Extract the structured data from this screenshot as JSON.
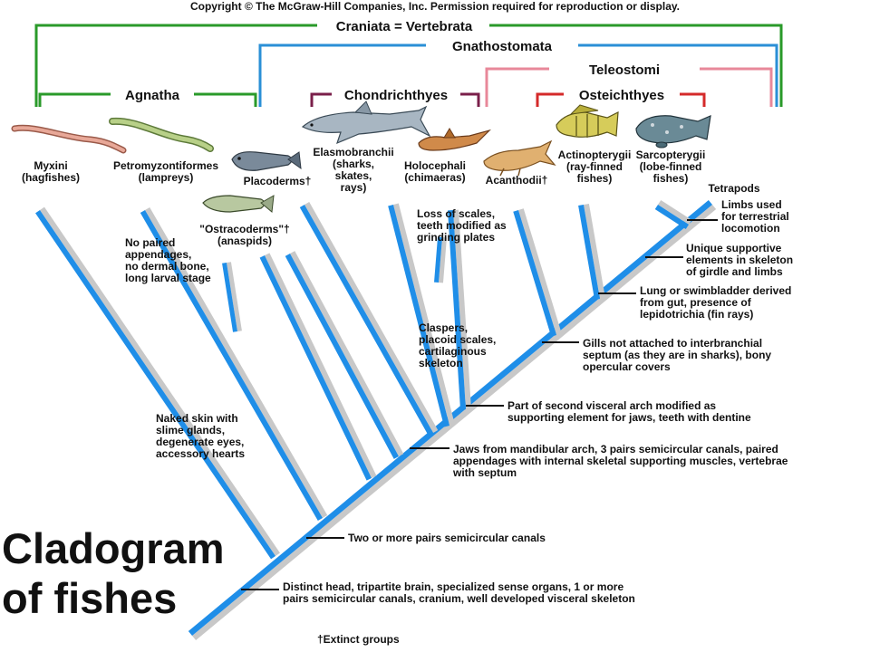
{
  "copyright": "Copyright © The McGraw-Hill Companies, Inc. Permission required for reproduction or display.",
  "title": [
    "Cladogram",
    "of fishes"
  ],
  "footnote": "†Extinct groups",
  "colors": {
    "branch_blue": "#1f8ee8",
    "branch_gray": "#c8c8c8",
    "craniata_bracket": "#2a9a2a",
    "gnathostomata_bracket": "#2a8fd6",
    "agnatha_bracket": "#2a9a2a",
    "chondrichthyes_bracket": "#7a1f4a",
    "teleostomi_bracket": "#e8889a",
    "osteichthyes_bracket": "#d42a2a"
  },
  "brackets": [
    {
      "name": "craniata",
      "label": "Craniata = Vertebrata"
    },
    {
      "name": "gnathostomata",
      "label": "Gnathostomata"
    },
    {
      "name": "agnatha",
      "label": "Agnatha"
    },
    {
      "name": "chondrichthyes",
      "label": "Chondrichthyes"
    },
    {
      "name": "teleostomi",
      "label": "Teleostomi"
    },
    {
      "name": "osteichthyes",
      "label": "Osteichthyes"
    }
  ],
  "taxa": [
    {
      "name": "myxini",
      "lines": [
        "Myxini",
        "(hagfishes)"
      ],
      "icon": "hagfish-icon"
    },
    {
      "name": "petromyzontiformes",
      "lines": [
        "Petromyzontiformes",
        "(lampreys)"
      ],
      "icon": "lamprey-icon"
    },
    {
      "name": "placoderms",
      "lines": [
        "Placoderms†"
      ],
      "icon": "placoderm-icon"
    },
    {
      "name": "ostracoderms",
      "lines": [
        "\"Ostracoderms\"†",
        "(anaspids)"
      ],
      "icon": "ostracoderm-icon"
    },
    {
      "name": "elasmobranchii",
      "lines": [
        "Elasmobranchii",
        "(sharks,",
        "skates,",
        "rays)"
      ],
      "icon": "shark-icon"
    },
    {
      "name": "holocephali",
      "lines": [
        "Holocephali",
        "(chimaeras)"
      ],
      "icon": "chimaera-icon"
    },
    {
      "name": "acanthodii",
      "lines": [
        "Acanthodii†"
      ],
      "icon": "acanthodian-icon"
    },
    {
      "name": "actinopterygii",
      "lines": [
        "Actinopterygii",
        "(ray-finned",
        "fishes)"
      ],
      "icon": "perch-icon"
    },
    {
      "name": "sarcopterygii",
      "lines": [
        "Sarcopterygii",
        "(lobe-finned",
        "fishes)"
      ],
      "icon": "coelacanth-icon"
    },
    {
      "name": "tetrapods",
      "lines": [
        "Tetrapods"
      ],
      "icon": ""
    }
  ],
  "characters": [
    {
      "name": "limbs",
      "lines": [
        "Limbs used",
        "for terrestrial",
        "locomotion"
      ]
    },
    {
      "name": "girdle",
      "lines": [
        "Unique supportive",
        "elements in skeleton",
        "of girdle and limbs"
      ]
    },
    {
      "name": "lung",
      "lines": [
        "Lung or swimbladder derived",
        "from gut, presence of",
        "lepidotrichia (fin rays)"
      ]
    },
    {
      "name": "gills",
      "lines": [
        "Gills not attached to interbranchial",
        "septum (as they are in sharks), bony",
        "opercular covers"
      ]
    },
    {
      "name": "visceral",
      "lines": [
        "Part of second visceral arch modified as",
        "supporting element for jaws, teeth with dentine"
      ]
    },
    {
      "name": "jaws",
      "lines": [
        "Jaws from mandibular arch, 3 pairs semicircular canals, paired",
        "appendages with internal skeletal supporting muscles, vertebrae",
        "with septum"
      ]
    },
    {
      "name": "canals",
      "lines": [
        "Two or more pairs semicircular canals"
      ]
    },
    {
      "name": "head",
      "lines": [
        "Distinct head, tripartite brain, specialized sense organs, 1 or more",
        "pairs semicircular canals, cranium, well developed visceral skeleton"
      ]
    },
    {
      "name": "holocephali-scales",
      "lines": [
        "Loss of scales,",
        "teeth modified as",
        "grinding plates"
      ]
    },
    {
      "name": "claspers",
      "lines": [
        "Claspers,",
        "placoid scales,",
        "cartilaginous",
        "skeleton"
      ]
    },
    {
      "name": "agnatha-appendages",
      "lines": [
        "No paired",
        "appendages,",
        "no dermal bone,",
        "long larval stage"
      ]
    },
    {
      "name": "myxini-skin",
      "lines": [
        "Naked skin with",
        "slime glands,",
        "degenerate eyes,",
        "accessory hearts"
      ]
    }
  ]
}
